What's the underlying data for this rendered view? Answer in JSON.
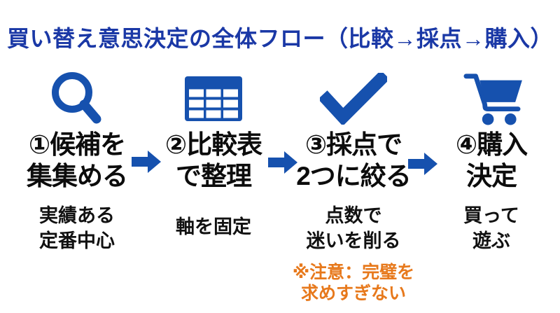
{
  "title": "買い替え意思決定の全体フロー（比較→採点→購入）",
  "colors": {
    "title_blue": "#1a38a6",
    "icon_blue": "#1651ae",
    "text_black": "#111111",
    "note_orange": "#e7791c",
    "background": "#ffffff"
  },
  "steps": [
    {
      "icon": "magnifier-icon",
      "heading": "①候補を\n集集める",
      "sub": "実績ある\n定番中心"
    },
    {
      "icon": "table-icon",
      "heading": "②比較表\nで整理",
      "sub": "軸を固定"
    },
    {
      "icon": "check-icon",
      "heading": "③採点で\n2つに絞る",
      "sub": "点数で\n迷いを削る",
      "note": "※注意：完璧を\n求めすぎない"
    },
    {
      "icon": "cart-icon",
      "heading": "④購入\n決定",
      "sub": "買って\n遊ぶ"
    }
  ]
}
